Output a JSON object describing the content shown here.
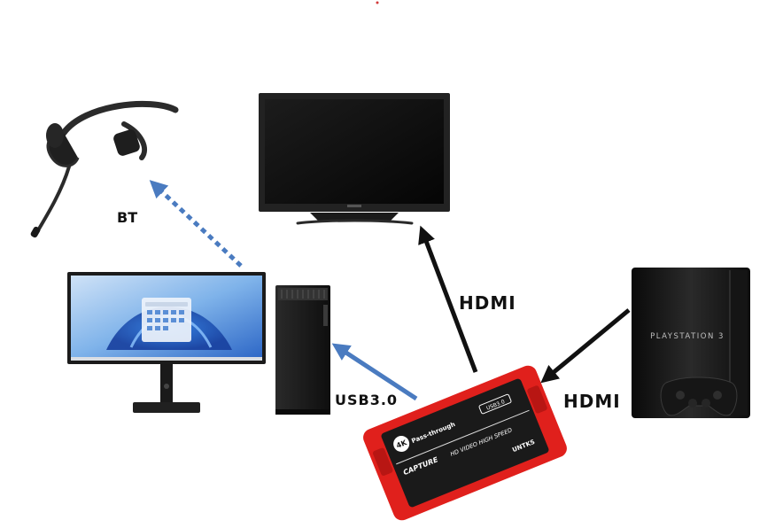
{
  "labels": {
    "bt": "BT",
    "hdmi_top": "HDMI",
    "hdmi_right": "HDMI",
    "usb": "USB3.0"
  },
  "device_text": {
    "ps3_brand": "PLAYSTATION 3",
    "capture_4k": "4K",
    "capture_passthrough": "Pass-through",
    "capture_word": "CAPTURE",
    "capture_speed": "HD VIDEO HIGH SPEED",
    "capture_usb": "USB3.0",
    "capture_brand": "UNTKS"
  },
  "icons": {
    "headset": "bone-conduction-headset-icon",
    "tv": "tv-icon",
    "monitor": "monitor-icon",
    "pc": "pc-tower-icon",
    "console": "ps3-console-icon",
    "controller": "gamepad-icon",
    "capture": "capture-card-icon"
  },
  "colors": {
    "arrow_black": "#111111",
    "arrow_blue": "#4a7bc0",
    "capture_red": "#e0201c",
    "capture_black": "#1a1a1a"
  }
}
